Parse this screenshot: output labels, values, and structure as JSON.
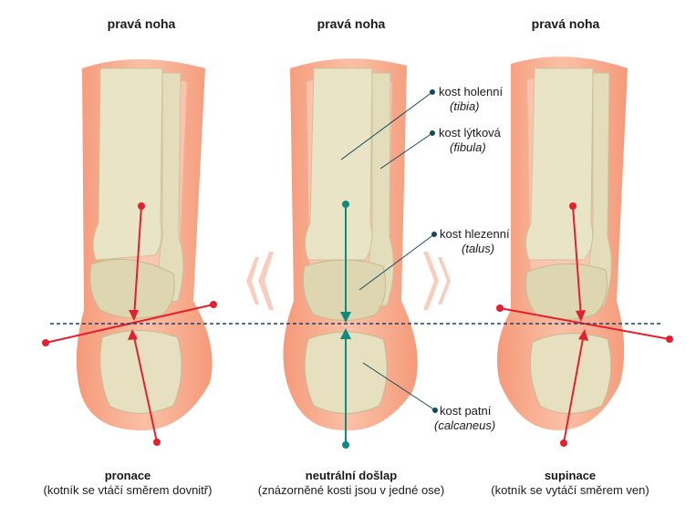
{
  "panels": [
    {
      "title": "pravá noha",
      "caption_title": "pronace",
      "caption_sub": "(kotník se vtáčí směrem dovnitř)"
    },
    {
      "title": "pravá noha",
      "caption_title": "neutrální došlap",
      "caption_sub": "(znázorněné kosti jsou v jedné ose)"
    },
    {
      "title": "pravá noha",
      "caption_title": "supinace",
      "caption_sub": "(kotník se vytáčí směrem ven)"
    }
  ],
  "bone_labels": [
    {
      "name": "kost holenní",
      "latin": "(tibia)"
    },
    {
      "name": "kost lýtková",
      "latin": "(fibula)"
    },
    {
      "name": "kost hlezenní",
      "latin": "(talus)"
    },
    {
      "name": "kost patní",
      "latin": "(calcaneus)"
    }
  ],
  "colors": {
    "skin": "#f59a7a",
    "skin_light": "#fbc4ad",
    "bone": "#e9e4c6",
    "bone_shadow": "#cfc8a0",
    "red_axis": "#e3202e",
    "teal_axis": "#118a7e",
    "dashed_line": "#1f3f6b",
    "label_line": "#0f4c5c"
  }
}
